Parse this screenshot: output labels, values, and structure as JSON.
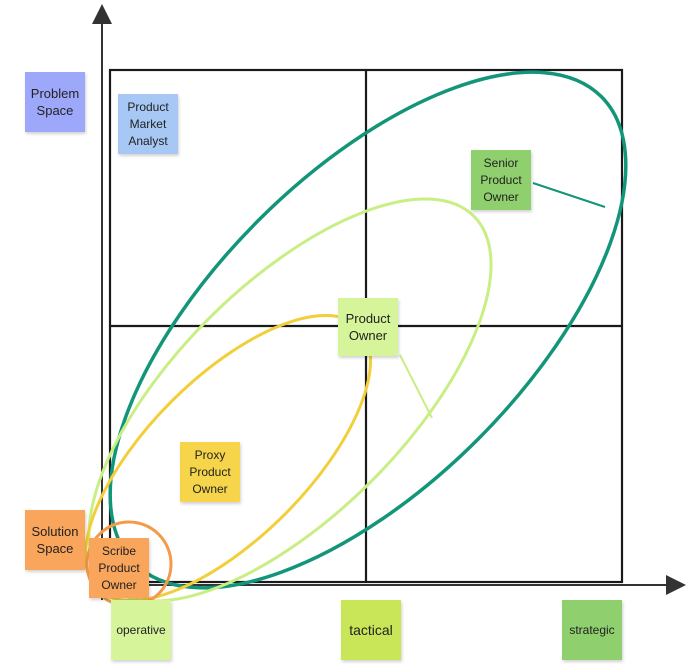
{
  "colors": {
    "problem_space": "#9ea8fb",
    "solution_space": "#f9a55b",
    "product_market_analyst": "#a7c8f4",
    "senior_product_owner": "#8fcf6e",
    "product_owner": "#d6f59a",
    "proxy_product_owner": "#f6d54a",
    "scribe_product_owner": "#f9a55b",
    "operative": "#d6f59a",
    "tactical": "#c9e558",
    "strategic": "#8fcf6e",
    "ellipse_senior": "#13957a",
    "ellipse_product_owner": "#c8ee84",
    "ellipse_proxy": "#f2cf3a",
    "circle_scribe": "#f39a4b",
    "grid": "#1a1a1a"
  },
  "y_axis_notes": {
    "problem_space": "Problem\nSpace",
    "solution_space": "Solution\nSpace"
  },
  "x_axis_notes": {
    "operative": "operative",
    "tactical": "tactical",
    "strategic": "strategic"
  },
  "roles": {
    "product_market_analyst": "Product\nMarket\nAnalyst",
    "senior_product_owner": "Senior\nProduct\nOwner",
    "product_owner": "Product\nOwner",
    "proxy_product_owner": "Proxy\nProduct\nOwner",
    "scribe_product_owner": "Scribe\nProduct\nOwner"
  }
}
